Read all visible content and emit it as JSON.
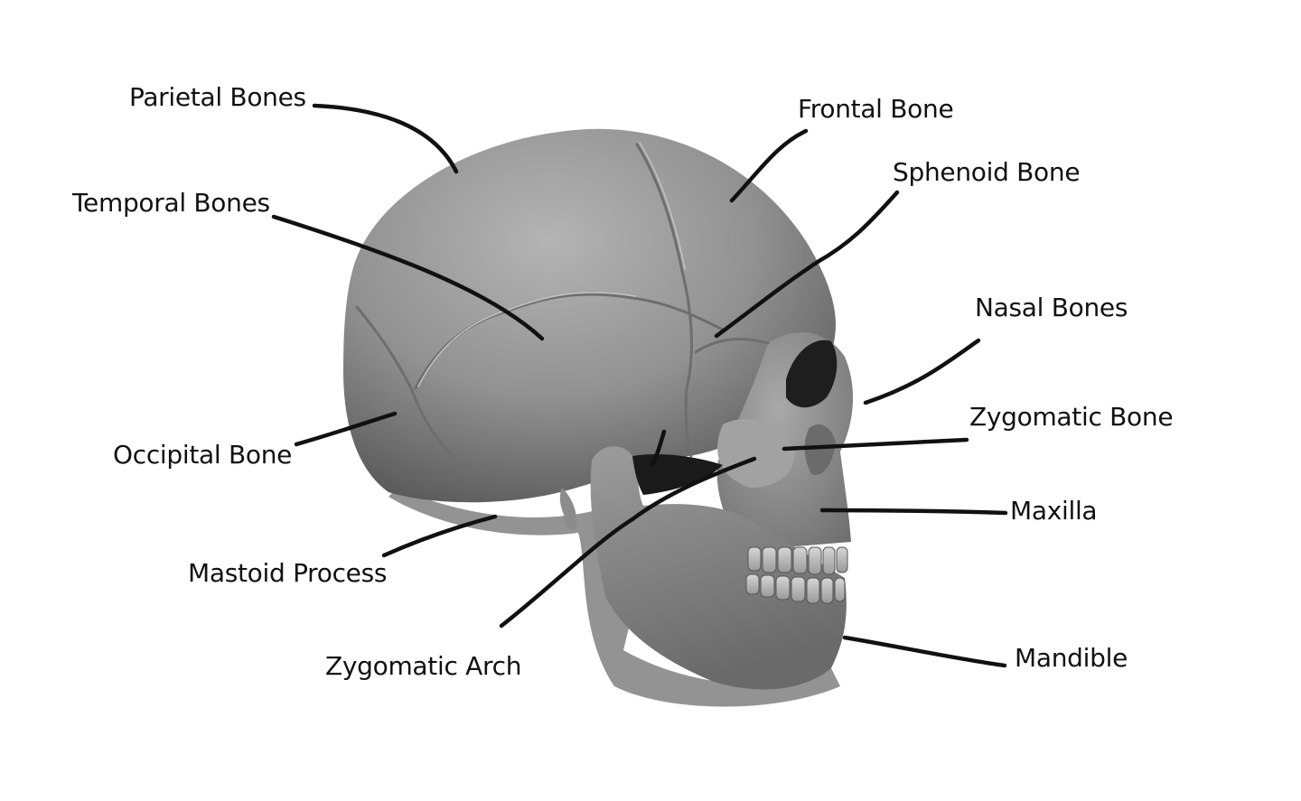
{
  "labels": {
    "parietal": "Parietal Bones",
    "temporal": "Temporal Bones",
    "occipital": "Occipital Bone",
    "mastoid": "Mastoid Process",
    "zygomatic_arch": "Zygomatic Arch",
    "frontal": "Frontal Bone",
    "sphenoid": "Sphenoid Bone",
    "nasal": "Nasal Bones",
    "zygomatic_bone": "Zygomatic Bone",
    "maxilla": "Maxilla",
    "mandible": "Mandible"
  },
  "colors": {
    "background": "#ffffff",
    "bone_light": "#a8a8a8",
    "bone_mid": "#8a8a8a",
    "bone_dark": "#5f5f5f",
    "leader_line": "#111111"
  }
}
